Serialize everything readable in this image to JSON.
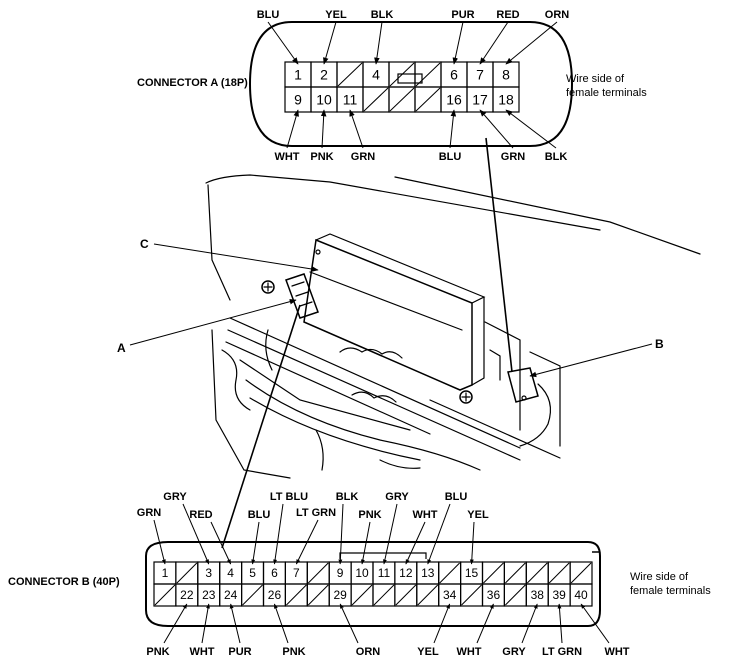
{
  "connector_a": {
    "title": "CONNECTOR A (18P)",
    "side_note": [
      "Wire side of",
      "female terminals"
    ],
    "row1": [
      "1",
      "2",
      "",
      "4",
      "",
      "",
      "6",
      "7",
      "8"
    ],
    "row2": [
      "9",
      "10",
      "11",
      "",
      "",
      "",
      "16",
      "17",
      "18"
    ],
    "top_labels": [
      {
        "text": "BLU",
        "pin": "1"
      },
      {
        "text": "YEL",
        "pin": "2"
      },
      {
        "text": "BLK",
        "pin": "4"
      },
      {
        "text": "PUR",
        "pin": "6"
      },
      {
        "text": "RED",
        "pin": "7"
      },
      {
        "text": "ORN",
        "pin": "8"
      }
    ],
    "bottom_labels": [
      {
        "text": "WHT",
        "pin": "9"
      },
      {
        "text": "PNK",
        "pin": "10"
      },
      {
        "text": "GRN",
        "pin": "11"
      },
      {
        "text": "BLU",
        "pin": "16"
      },
      {
        "text": "GRN",
        "pin": "17"
      },
      {
        "text": "BLK",
        "pin": "18"
      }
    ]
  },
  "connector_b": {
    "title": "CONNECTOR B (40P)",
    "side_note": [
      "Wire side of",
      "female terminals"
    ],
    "row1": [
      "1",
      "",
      "3",
      "4",
      "5",
      "6",
      "7",
      "",
      "9",
      "10",
      "11",
      "12",
      "13",
      "",
      "15",
      "",
      "",
      "",
      "",
      ""
    ],
    "row2": [
      "",
      "22",
      "23",
      "24",
      "",
      "26",
      "",
      "",
      "29",
      "",
      "",
      "",
      "",
      "34",
      "",
      "36",
      "",
      "38",
      "39",
      "40"
    ],
    "top_labels": [
      {
        "text": "GRN",
        "pin": "1"
      },
      {
        "text": "GRY",
        "pin": "3"
      },
      {
        "text": "RED",
        "pin": "4"
      },
      {
        "text": "BLU",
        "pin": "5"
      },
      {
        "text": "LT BLU",
        "pin": "6"
      },
      {
        "text": "LT GRN",
        "pin": "7"
      },
      {
        "text": "BLK",
        "pin": "9"
      },
      {
        "text": "PNK",
        "pin": "10"
      },
      {
        "text": "GRY",
        "pin": "11"
      },
      {
        "text": "WHT",
        "pin": "12"
      },
      {
        "text": "BLU",
        "pin": "13"
      },
      {
        "text": "YEL",
        "pin": "15"
      }
    ],
    "bottom_labels": [
      {
        "text": "PNK",
        "pin": "22"
      },
      {
        "text": "WHT",
        "pin": "23"
      },
      {
        "text": "PUR",
        "pin": "24"
      },
      {
        "text": "PNK",
        "pin": "26"
      },
      {
        "text": "ORN",
        "pin": "29"
      },
      {
        "text": "YEL",
        "pin": "34"
      },
      {
        "text": "WHT",
        "pin": "36"
      },
      {
        "text": "GRY",
        "pin": "38"
      },
      {
        "text": "LT GRN",
        "pin": "39"
      },
      {
        "text": "WHT",
        "pin": "40"
      }
    ]
  },
  "callouts": {
    "a": "A",
    "b": "B",
    "c": "C"
  }
}
